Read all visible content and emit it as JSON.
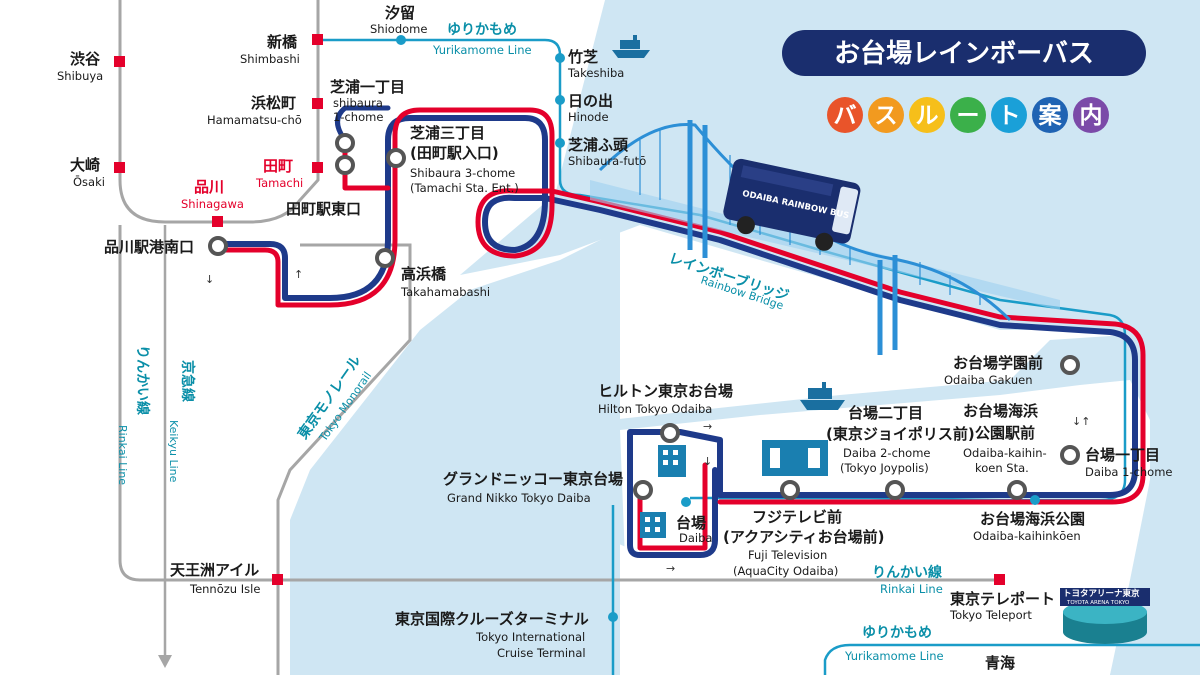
{
  "title": "お台場レインボーバス",
  "subtitle_chars": [
    "バ",
    "ス",
    "ル",
    "ー",
    "ト",
    "案",
    "内"
  ],
  "colors": {
    "bus_red": "#e4002b",
    "bus_blue": "#1e3a8a",
    "water": "#cfe6f3",
    "yurikamome": "#1a9cc8",
    "rail_gray": "#a6a6a6",
    "title_bg": "#1a2e6e",
    "subtitle_circles": [
      "#e9542a",
      "#f29a1f",
      "#f6bf1a",
      "#3bb04a",
      "#1aa0d8",
      "#1f63b3",
      "#7b4aa8"
    ]
  },
  "lines": {
    "yurikamome": {
      "jp": "ゆりかもめ",
      "en": "Yurikamome Line"
    },
    "yurikamome_bottom": {
      "jp": "ゆりかもめ",
      "en": "Yurikamome Line"
    },
    "rinkai_v": {
      "jp": "りんかい線",
      "en": "Rinkai Line"
    },
    "keikyu": {
      "jp": "京急線",
      "en": "Keikyu Line"
    },
    "monorail": {
      "jp": "東京モノレール",
      "en": "Tokyo Monorail"
    },
    "rinkai_h": {
      "jp": "りんかい線",
      "en": "Rinkai Line"
    },
    "bridge": {
      "jp": "レインボーブリッジ",
      "en": "Rainbow Bridge"
    }
  },
  "stations": {
    "shibuya": {
      "jp": "渋谷",
      "en": "Shibuya"
    },
    "osaki": {
      "jp": "大崎",
      "en": "Ōsaki"
    },
    "shinagawa": {
      "jp": "品川",
      "en": "Shinagawa"
    },
    "shimbashi": {
      "jp": "新橋",
      "en": "Shimbashi"
    },
    "hamamatsucho": {
      "jp": "浜松町",
      "en": "Hamamatsu-chō"
    },
    "tamachi": {
      "jp": "田町",
      "en": "Tamachi"
    },
    "shiodome": {
      "jp": "汐留",
      "en": "Shiodome"
    },
    "takeshiba": {
      "jp": "竹芝",
      "en": "Takeshiba"
    },
    "hinode": {
      "jp": "日の出",
      "en": "Hinode"
    },
    "shibaura_futo": {
      "jp": "芝浦ふ頭",
      "en": "Shibaura-futō"
    },
    "tennozu": {
      "jp": "天王洲アイル",
      "en": "Tennōzu Isle"
    },
    "cruise": {
      "jp": "東京国際クルーズターミナル",
      "en1": "Tokyo International",
      "en2": "Cruise Terminal"
    },
    "teleport": {
      "jp": "東京テレポート",
      "en": "Tokyo Teleport"
    },
    "daiba": {
      "jp": "台場",
      "en": "Daiba"
    },
    "odaiba_kaihinkoen_sta": {
      "jp": "お台場海浜公園",
      "en": "Odaiba-kaihinkōen"
    },
    "aomi": {
      "jp": "青海"
    }
  },
  "stops": {
    "shinagawa_konan": {
      "jp": "品川駅港南口"
    },
    "tamachi_east": {
      "jp": "田町駅東口"
    },
    "shibaura1": {
      "jp": "芝浦一丁目",
      "en1": "shibaura",
      "en2": "1-chome"
    },
    "shibaura3": {
      "jp1": "芝浦三丁目",
      "jp2": "(田町駅入口)",
      "en1": "Shibaura 3-chome",
      "en2": "(Tamachi Sta. Ent.)"
    },
    "takahamabashi": {
      "jp": "高浜橋",
      "en": "Takahamabashi"
    },
    "gakuen": {
      "jp": "お台場学園前",
      "en": "Odaiba Gakuen"
    },
    "daiba1": {
      "jp": "台場一丁目",
      "en": "Daiba 1-chome"
    },
    "kaihin": {
      "jp1": "お台場海浜",
      "jp2": "公園駅前",
      "en1": "Odaiba-kaihin-",
      "en2": "koen Sta."
    },
    "daiba2": {
      "jp1": "台場二丁目",
      "jp2": "(東京ジョイポリス前)",
      "en1": "Daiba 2-chome",
      "en2": "(Tokyo Joypolis)"
    },
    "hilton": {
      "jp": "ヒルトン東京お台場",
      "en": "Hilton Tokyo Odaiba"
    },
    "grandnikko": {
      "jp": "グランドニッコー東京台場",
      "en": "Grand Nikko Tokyo Daiba"
    },
    "fujitv": {
      "jp1": "フジテレビ前",
      "jp2": "(アクアシティお台場前)",
      "en1": "Fuji Television",
      "en2": "(AquaCity Odaiba)"
    }
  },
  "arena": {
    "jp": "トヨタアリーナ東京",
    "en": "TOYOTA ARENA TOKYO"
  },
  "bus_text": "ODAIBA RAINBOW BUS",
  "icons": [
    "ferry-icon",
    "building-icon",
    "bus-icon",
    "arena-icon",
    "bridge-icon"
  ]
}
